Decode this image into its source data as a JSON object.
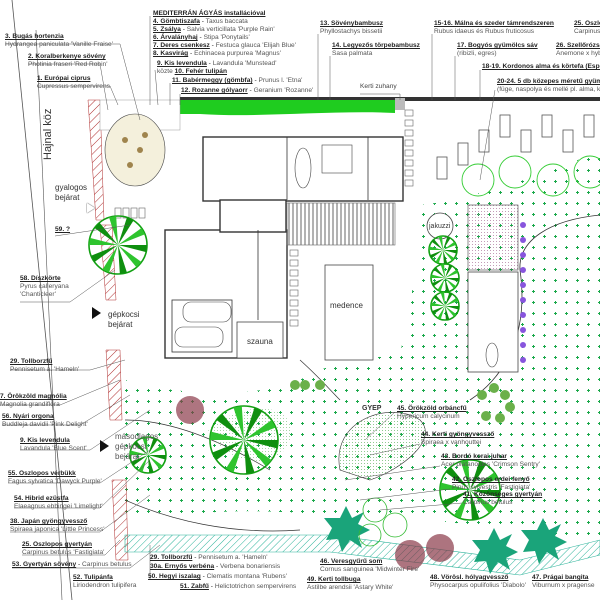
{
  "colors": {
    "hedge": "#1fcc1f",
    "boundary": "#b03030",
    "lawn_dot": "#1aa84a",
    "tree": "#12a012",
    "lavender": "#9966dd",
    "ground": "#ffffff"
  },
  "street": "Hajnal köz",
  "entrances": {
    "pedestrian": [
      "gyalogos",
      "bejárat"
    ],
    "car": [
      "gépkocsi",
      "bejárat"
    ],
    "secondary_car": [
      "másodlagos",
      "gépkocsi",
      "bejárat"
    ]
  },
  "areas": {
    "pool": "medence",
    "sauna": "szauna",
    "jacuzzi": "jakuzzi",
    "lawn": "GYEP",
    "shower": "Kerti zuhany"
  },
  "labels": [
    {
      "h": "3. Bugás hortenzia",
      "l": "Hydrangea paniculata 'Vanille Fraise'"
    },
    {
      "h": "2. Koralberkenye sövény",
      "l": "Photinia fraseri 'Red Robin'"
    },
    {
      "h": "1. Európai ciprus",
      "l": "Cupressus sempervirens"
    },
    {
      "h": "MEDITERRÁN ÁGYÁS installációval",
      "l": ""
    },
    {
      "h": "4. Gömbtiszafa",
      "l": "Taxus baccata"
    },
    {
      "h": "5. Zsálya",
      "l": "Salvia verticillata 'Purple Rain'"
    },
    {
      "h": "6. Árvalányhaj",
      "l": "Stipa 'Ponytails'"
    },
    {
      "h": "7. Deres csenkesz",
      "l": "Festuca glauca 'Elijah Blue'"
    },
    {
      "h": "8. Kasvirág",
      "l": "Echinacea purpurea 'Magnus'"
    },
    {
      "h": "9. Kis levendula",
      "l": "Lavandula 'Munstead'"
    },
    {
      "h": "10. Fehér tulipán",
      "l": "közte"
    },
    {
      "h": "11. Babérmeggy (gömbfa)",
      "l": "Prunus l. 'Etna'"
    },
    {
      "h": "12. Rozanne gólyaorr",
      "l": "Geranium 'Rozanne'"
    },
    {
      "h": "13. Sövénybambusz",
      "l": "Phyllostachys bissetii"
    },
    {
      "h": "14. Legyezős törpebambusz",
      "l": "Sasa palmata"
    },
    {
      "h": "15-16. Málna és szeder támrendszeren",
      "l": "Rubus idaeus és Rubus fruticosus"
    },
    {
      "h": "17. Bogyós gyümölcs sáv",
      "l": "(ribizli, egres)"
    },
    {
      "h": "25. Oszlo",
      "l": "Carpinus"
    },
    {
      "h": "26. Szellőrózsa",
      "l": "Anemone x hyb"
    },
    {
      "h": "18-19. Kordonos alma és körtefa (Espa",
      "l": ""
    },
    {
      "h": "20-24. 5 db közepes méretű gyümö",
      "l": "(füge, naspolya és mellé pl. alma, kö"
    },
    {
      "h": "59. ?",
      "l": ""
    },
    {
      "h": "58. Díszkörte",
      "l": "Pyrus calleryana",
      "d": "'Chanticleer'"
    },
    {
      "h": "29. Tollborzfű",
      "l": "Pennisetum a. 'Hameln'"
    },
    {
      "h": "7. Örökzöld magnólia",
      "l": "Magnolia grandiflora"
    },
    {
      "h": "56. Nyári orgona",
      "l": "Buddleja davidii 'Pink Delight'"
    },
    {
      "h": "9. Kis levendula",
      "l": "Lavandula 'Blue Scent'"
    },
    {
      "h": "55. Oszlopos vérbükk",
      "l": "Fagus sylvatica 'Dawyck Purple'"
    },
    {
      "h": "54. Hibrid ezüstfa",
      "l": "Elaeagnus ebbingei 'Limelight'"
    },
    {
      "h": "38. Japán gyöngyvessző",
      "l": "Spiraea japonica 'Little Princess'"
    },
    {
      "h": "25. Oszlopos gyertyán",
      "l": "Carpinus betulus 'Fastigiata'"
    },
    {
      "h": "53. Gyertyán sövény",
      "l": "Carpinus betulus"
    },
    {
      "h": "52. Tulipánfa",
      "l": "Liriodendron tulipifera"
    },
    {
      "h": "29. Tollborzfű",
      "l": "Pennisetum a. 'Hameln'"
    },
    {
      "h": "30a. Ernyős verbéna",
      "l": "Verbena bonariensis"
    },
    {
      "h": "50. Hegyi iszalag",
      "l": "Clematis montana 'Rubens'"
    },
    {
      "h": "51. Zabfű",
      "l": "Helictotrichon sempervirens"
    },
    {
      "h": "46. Veresgyűrű som",
      "l": "Cornus sanguinea 'Midwinter Fire'"
    },
    {
      "h": "49. Kerti tollbuga",
      "l": "Astilbe arendsii 'Astary White'"
    },
    {
      "h": "48. Vörösl. hólyagvessző",
      "l": "Physocarpus opulifolius 'Diabolo'"
    },
    {
      "h": "47. Prágai bangita",
      "l": "Viburnum x pragense"
    },
    {
      "h": "45. Örökzöld orbáncfű",
      "l": "Hypericum calycinum"
    },
    {
      "h": "44. Kerti gyöngyvessző",
      "l": "Spiraea x vanhouttei"
    },
    {
      "h": "43. Bordó korai juhar",
      "l": "Acer platanoides 'Crimson Sentry'"
    },
    {
      "h": "42. Oszlopos erdei fenyő",
      "l": "Pinus sylvestris 'Fastigiata'"
    },
    {
      "h": "41. Közönséges gyertyán",
      "l": "Carpinus betulus"
    }
  ]
}
